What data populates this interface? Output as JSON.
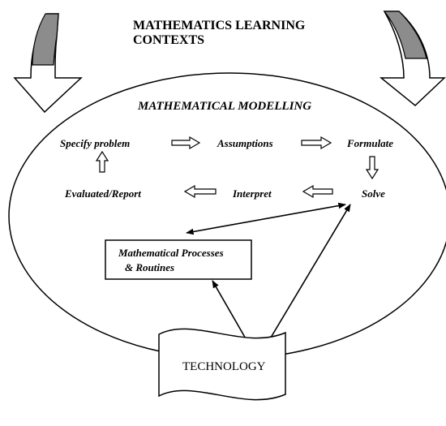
{
  "header": {
    "title_line1": "MATHEMATICS LEARNING",
    "title_line2": "CONTEXTS"
  },
  "modelling": {
    "title": "MATHEMATICAL MODELLING",
    "steps": {
      "specify": "Specify problem",
      "assumptions": "Assumptions",
      "formulate": "Formulate",
      "solve": "Solve",
      "interpret": "Interpret",
      "evaluate": "Evaluated/Report"
    }
  },
  "processes": {
    "line1": "Mathematical Processes",
    "line2": "& Routines"
  },
  "technology": {
    "label": "TECHNOLOGY"
  },
  "colors": {
    "stroke": "#000000",
    "curved_arrow_fill": "#8c8c8c",
    "background": "#ffffff"
  }
}
